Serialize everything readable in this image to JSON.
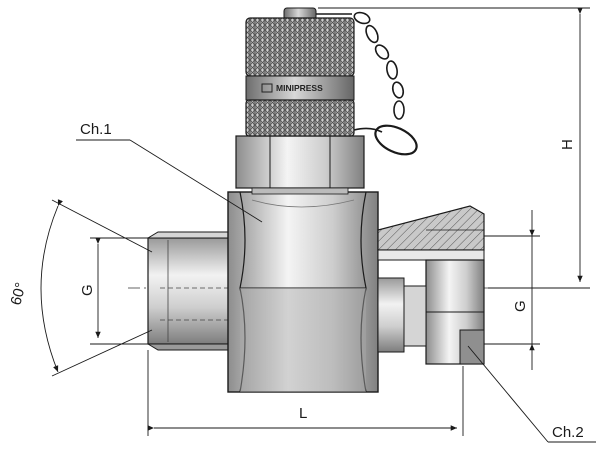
{
  "brand_label": "MINIPRESS",
  "labels": {
    "ch1": "Ch.1",
    "ch2": "Ch.2",
    "angle": "60°",
    "g_left": "G",
    "g_right": "G",
    "length": "L",
    "height": "H"
  },
  "colors": {
    "line": "#1a1a1a",
    "metal_light": "#e6e6e6",
    "metal_mid": "#b9b9b9",
    "metal_dark": "#8a8a8a",
    "hatch": "#555555"
  }
}
